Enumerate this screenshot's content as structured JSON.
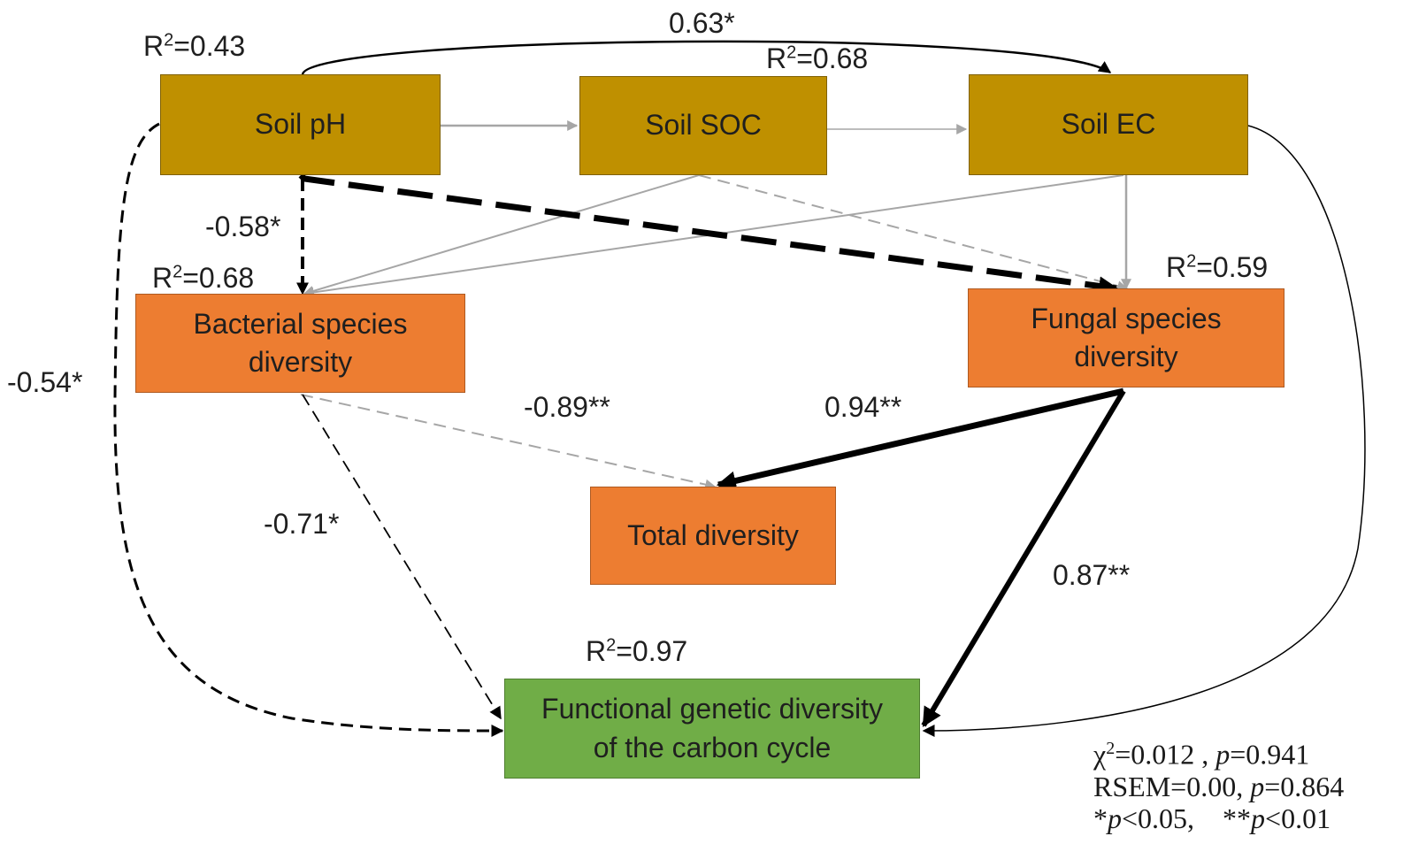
{
  "nodes": {
    "soil_ph": "Soil pH",
    "soil_soc": "Soil SOC",
    "soil_ec": "Soil EC",
    "bacterial_line1": "Bacterial species",
    "bacterial_line2": "diversity",
    "fungal_line1": "Fungal species",
    "fungal_line2": "diversity",
    "total": "Total diversity",
    "functional_line1": "Functional genetic diversity",
    "functional_line2": "of the carbon cycle"
  },
  "r2": {
    "prefix": "R",
    "sup": "2",
    "soil_ph": "=0.43",
    "soil_ec": "=0.68",
    "bacterial": "=0.68",
    "fungal": "=0.59",
    "functional": "=0.97"
  },
  "paths": {
    "ph_to_ec": "0.63*",
    "ph_to_bacterial": "-0.58*",
    "ph_to_functional": "-0.54*",
    "bacterial_to_total": "-0.89**",
    "fungal_to_total": "0.94**",
    "bacterial_to_functional": "-0.71*",
    "fungal_to_functional": "0.87**"
  },
  "stats": {
    "chi": "χ",
    "chi_sup": "2",
    "chi_val": "=0.012 , ",
    "p": "p",
    "chi_p": "=0.941",
    "rsem": "RSEM=0.00, ",
    "rsem_p": "=0.864",
    "sig1_star": "*",
    "sig1_tail": "<0.05,",
    "sig2_star": "**",
    "sig2_tail": "<0.01"
  },
  "colors": {
    "soil": "#bf9000",
    "bio": "#ed7d31",
    "functional": "#70ad47"
  }
}
